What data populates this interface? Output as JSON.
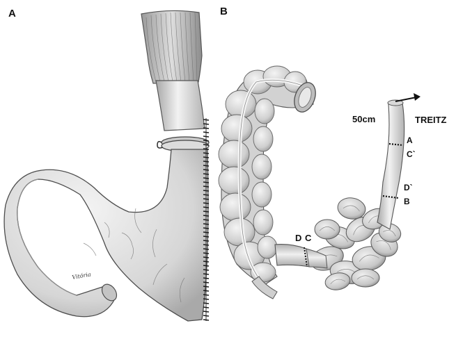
{
  "panels": {
    "a": {
      "label": "A"
    },
    "b": {
      "label": "B"
    }
  },
  "labels": {
    "distance": "50cm",
    "treitz": "TREITZ",
    "a": "A",
    "c_prime": "C`",
    "d_prime": "D`",
    "b": "B",
    "d": "D",
    "c": "C"
  },
  "signature": "Vitória",
  "colors": {
    "tissue_light": "#e9e9e9",
    "tissue_mid": "#cfcfcf",
    "tissue_dark": "#9c9c9c",
    "outline": "#5a5a5a",
    "suture": "#1a1a1a"
  }
}
